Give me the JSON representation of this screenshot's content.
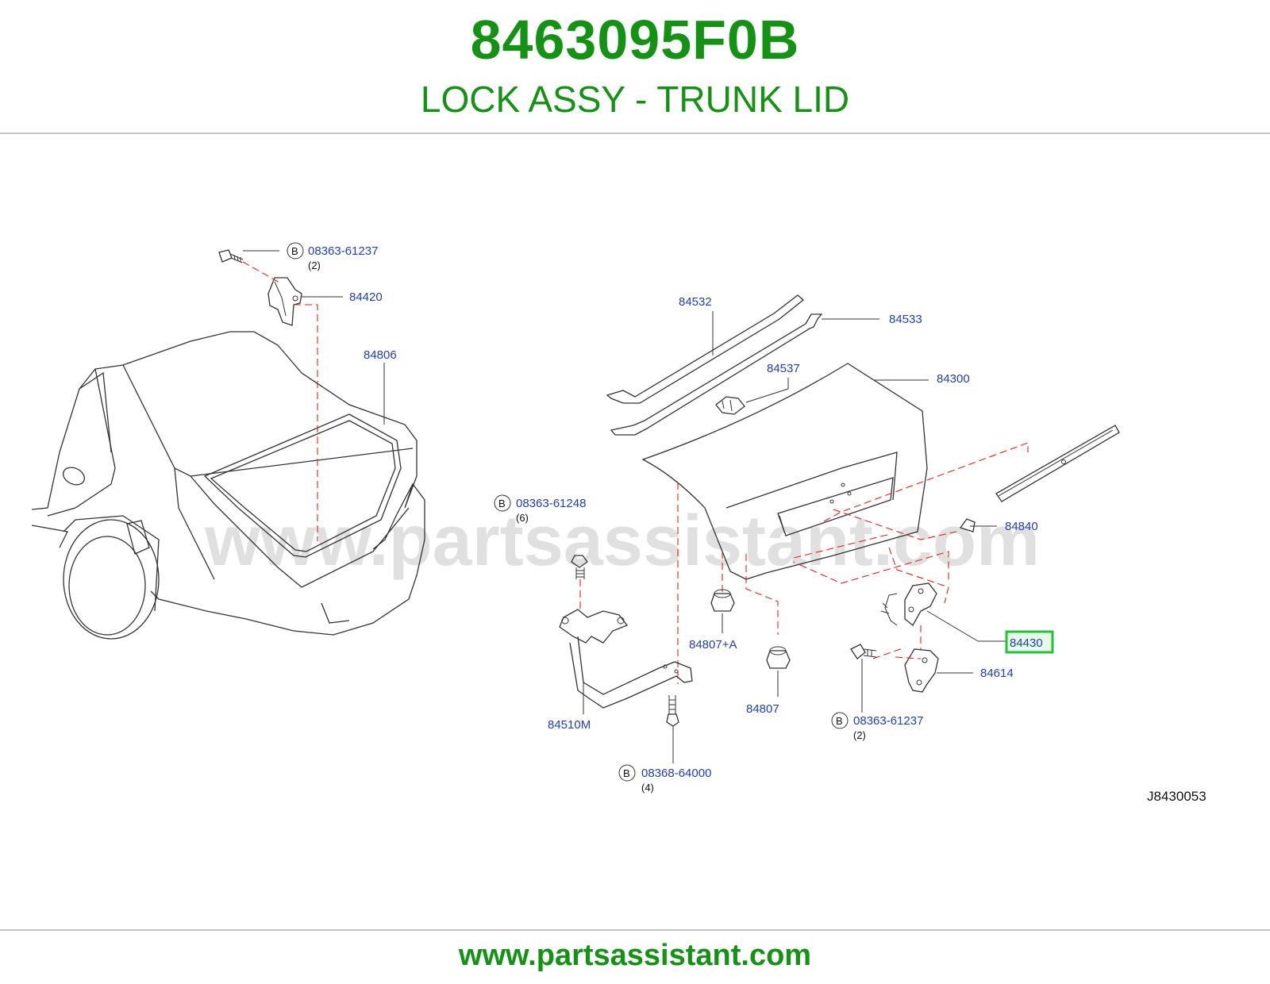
{
  "header": {
    "part_number": "8463095F0B",
    "part_name": "LOCK ASSY - TRUNK LID"
  },
  "diagram": {
    "watermark": "www.partsassistant.com",
    "reference_code": "J8430053",
    "highlighted_part": "84430",
    "bolt_marker": "B",
    "labels": {
      "bolt_84420": "08363-61237",
      "bolt_84420_qty": "(2)",
      "p84420": "84420",
      "p84806": "84806",
      "p84532": "84532",
      "p84533": "84533",
      "p84537": "84537",
      "p84300": "84300",
      "p84840": "84840",
      "bolt_hinge": "08363-61248",
      "bolt_hinge_qty": "(6)",
      "p84807a": "84807+A",
      "p84430": "84430",
      "p84614": "84614",
      "p84510m": "84510M",
      "p84807": "84807",
      "bolt_lock": "08363-61237",
      "bolt_lock_qty": "(2)",
      "bolt_hinge_lower": "08368-64000",
      "bolt_hinge_lower_qty": "(4)"
    }
  },
  "footer": {
    "url": "www.partsassistant.com"
  }
}
